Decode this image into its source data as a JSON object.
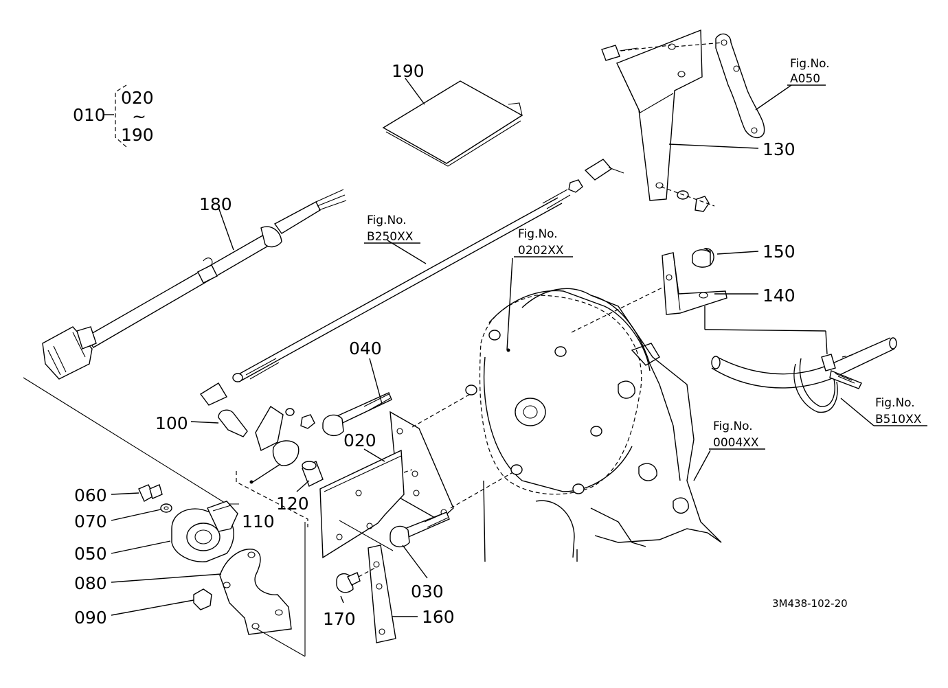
{
  "group": {
    "parent": "010",
    "range_start": "020",
    "range_tilde": "~",
    "range_end": "190"
  },
  "parts": {
    "p020": "020",
    "p030": "030",
    "p040": "040",
    "p050": "050",
    "p060": "060",
    "p070": "070",
    "p080": "080",
    "p090": "090",
    "p100": "100",
    "p110": "110",
    "p120": "120",
    "p130": "130",
    "p140": "140",
    "p150": "150",
    "p160": "160",
    "p170": "170",
    "p180": "180",
    "p190": "190"
  },
  "figure_refs": {
    "a050": {
      "label": "Fig.No.",
      "code": "A050"
    },
    "b250": {
      "label": "Fig.No.",
      "code": "B250XX"
    },
    "f0202": {
      "label": "Fig.No.",
      "code": "0202XX"
    },
    "f0004": {
      "label": "Fig.No.",
      "code": "0004XX"
    },
    "b510": {
      "label": "Fig.No.",
      "code": "B510XX"
    }
  },
  "drawing_code": "3M438-102-20"
}
